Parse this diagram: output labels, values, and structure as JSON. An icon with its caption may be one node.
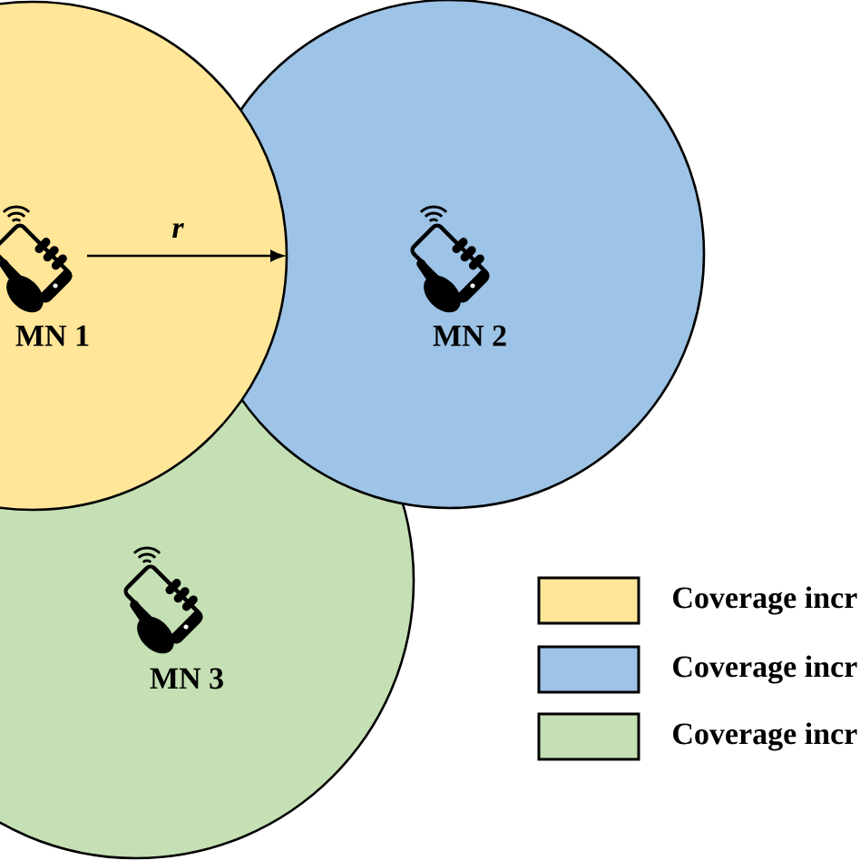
{
  "diagram": {
    "nodes": [
      {
        "text": [
          "MN 1"
        ]
      },
      {
        "text": [
          "MN 2"
        ]
      },
      {
        "text": [
          "MN 3"
        ]
      }
    ],
    "labels": [
      "r"
    ],
    "legend": [
      {
        "text": "Coverage incr",
        "color": "#ffe699"
      },
      {
        "text": "Coverage incr",
        "color": "#9dc3e6"
      },
      {
        "text": "Coverage incr",
        "color": "#c5e0b4"
      }
    ]
  }
}
